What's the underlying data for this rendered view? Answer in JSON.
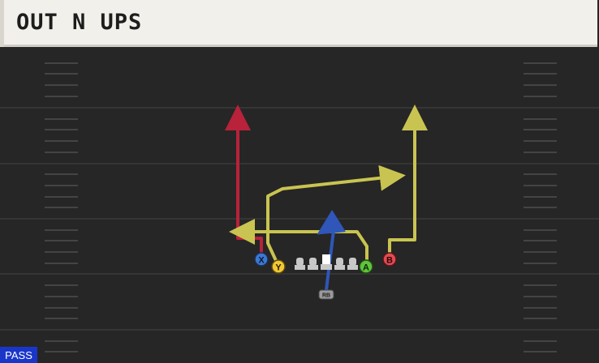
{
  "play": {
    "title": "OUT N UPS",
    "type_badge": "PASS"
  },
  "players": {
    "x": {
      "label": "X",
      "color": "#3b78d4"
    },
    "y": {
      "label": "Y",
      "color": "#f2c832"
    },
    "a": {
      "label": "A",
      "color": "#5fc43c"
    },
    "b": {
      "label": "B",
      "color": "#e24a52"
    },
    "rb": {
      "label": "RB",
      "color": "#9a9a9a"
    }
  },
  "route_colors": {
    "x": "#b8223a",
    "y": "#c9c451",
    "a": "#c9c451",
    "b": "#c9c451",
    "rb": "#2f56b8"
  },
  "field": {
    "background": "#262626",
    "line_color": "#3a3a3a",
    "hash_color": "#444444"
  }
}
